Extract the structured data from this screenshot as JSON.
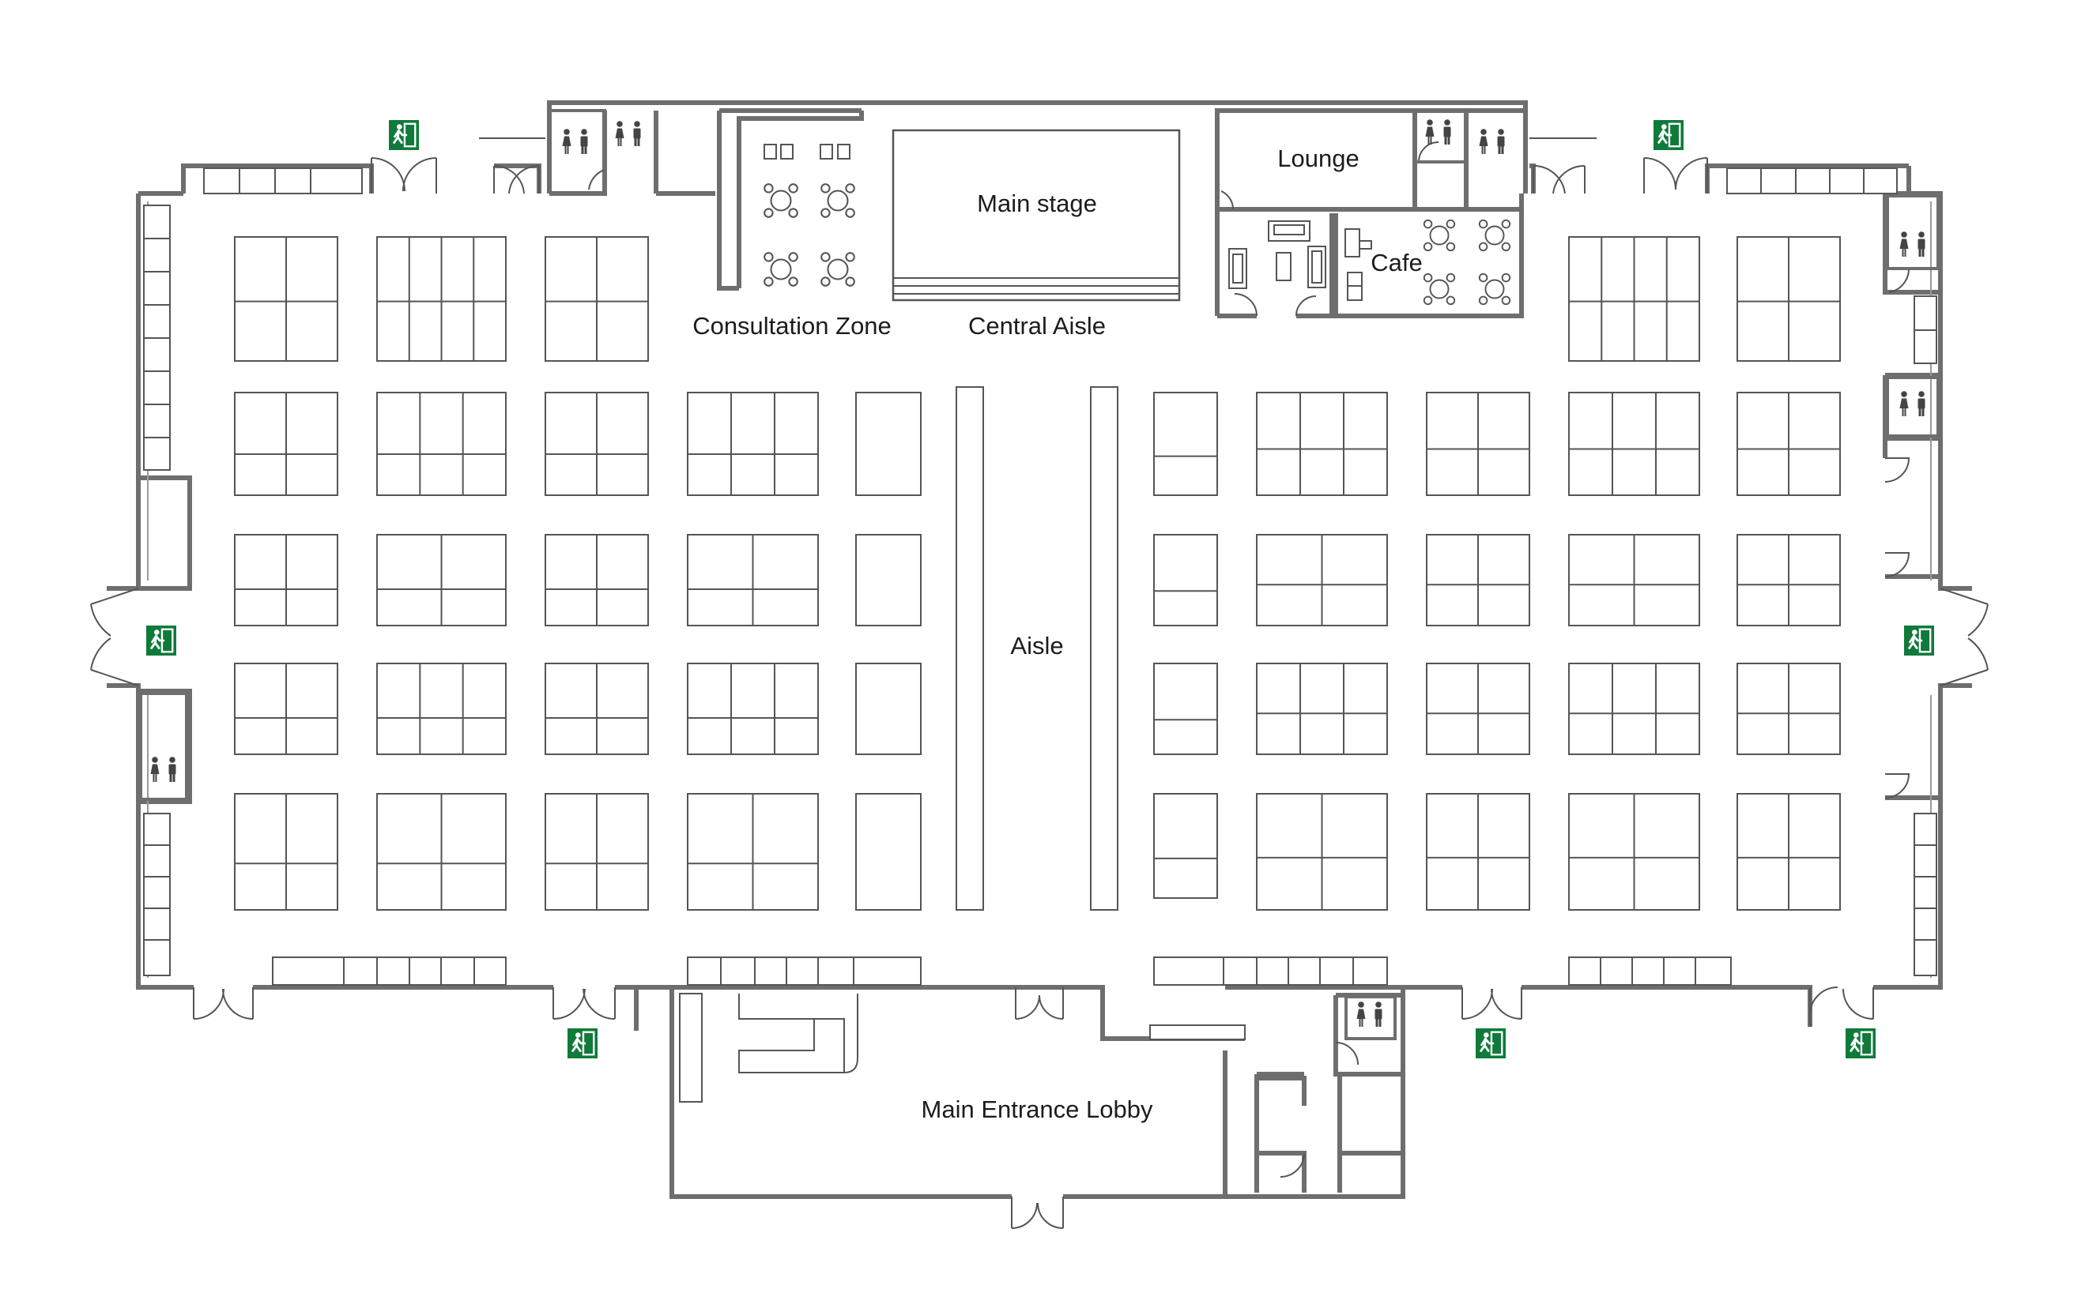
{
  "labels": {
    "main_stage": "Main stage",
    "lounge": "Lounge",
    "cafe": "Cafe",
    "consultation_zone": "Consultation Zone",
    "central_aisle": "Central Aisle",
    "aisle": "Aisle",
    "main_entrance_lobby": "Main Entrance Lobby"
  },
  "colors": {
    "wall": "#6e6e6e",
    "line": "#555555",
    "exit_sign": "#0f7a3a",
    "restroom_icon": "#444444"
  },
  "icons": {
    "exit": "emergency-exit-sign-icon",
    "restroom": "restroom-icon",
    "table": "cafe-table-icon"
  }
}
